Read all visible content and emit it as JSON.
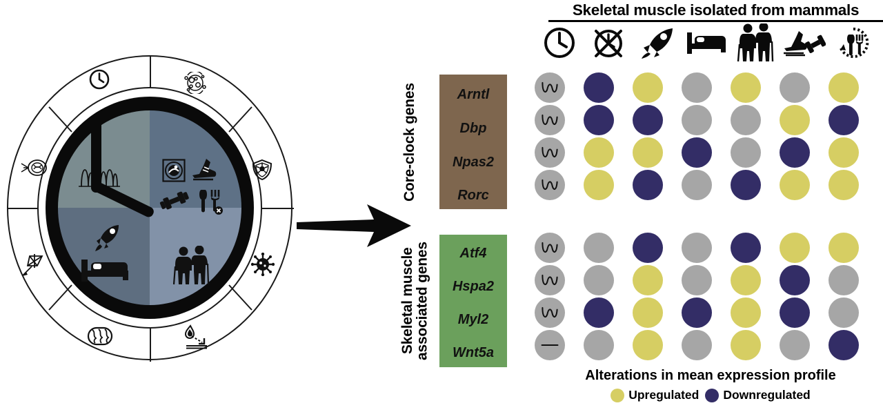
{
  "header": {
    "title": "Skeletal muscle isolated from mammals",
    "columns": [
      {
        "icon": "clock-icon",
        "name": "circadian-time"
      },
      {
        "icon": "clock-disruption-icon",
        "name": "circadian-disruption"
      },
      {
        "icon": "rocket-icon",
        "name": "spaceflight"
      },
      {
        "icon": "bed-icon",
        "name": "bed-rest"
      },
      {
        "icon": "elderly-couple-icon",
        "name": "aging"
      },
      {
        "icon": "shoe-dumbbell-icon",
        "name": "exercise"
      },
      {
        "icon": "time-restricted-feeding-icon",
        "name": "time-restricted-feeding"
      }
    ]
  },
  "groups": [
    {
      "title": "Core-clock genes",
      "color": "#7E664E",
      "genes": [
        "Arntl",
        "Dbp",
        "Npas2",
        "Rorc"
      ]
    },
    {
      "title": "Skeletal  muscle associated genes",
      "color": "#6BA05C",
      "genes": [
        "Atf4",
        "Hspa2",
        "Myl2",
        "Wnt5a"
      ]
    }
  ],
  "legend": {
    "title": "Alterations in mean expression profile",
    "items": [
      {
        "label": "Upregulated",
        "color": "#D6CE63"
      },
      {
        "label": "Downregulated",
        "color": "#332D66"
      }
    ]
  },
  "colors": {
    "up": "#D6CE63",
    "down": "#332D66",
    "neutral": "#A6A6A6",
    "brown": "#7E664E",
    "green": "#6BA05C",
    "black": "#0a0a0a"
  },
  "clock": {
    "quadrants": [
      {
        "name": "rhythm",
        "color": "#7B8C90",
        "position": "top-left"
      },
      {
        "name": "activity",
        "color": "#5E7186",
        "position": "top-right"
      },
      {
        "name": "rest",
        "color": "#5E6E80",
        "position": "bottom-left"
      },
      {
        "name": "aging",
        "color": "#8292A8",
        "position": "bottom-right"
      }
    ],
    "face_icons": [
      "oscillation-waveform-icon",
      "cell-sphere-icon",
      "running-shoe-icon",
      "dumbbell-icon",
      "no-food-icon",
      "rocket-icon",
      "bed-icon",
      "elderly-couple-icon"
    ],
    "ring_icons": [
      "clock-icon",
      "cell-cycle-icon",
      "shield-immunity-icon",
      "virus-icon",
      "inflammation-icon",
      "mitochondria-icon",
      "satellite-cell-icon",
      "dna-nucleus-icon"
    ]
  },
  "chart_data": {
    "type": "heatmap",
    "title": "Skeletal muscle isolated from mammals",
    "subtitle": "Alterations in mean expression profile",
    "xlabel": "",
    "ylabel": "",
    "grid": false,
    "legend_position": "bottom",
    "categories": [
      "circadian-time",
      "circadian-disruption",
      "spaceflight",
      "bed-rest",
      "aging",
      "exercise",
      "time-restricted-feeding"
    ],
    "row_groups": [
      {
        "group": "Core-clock genes",
        "rows": [
          "Arntl",
          "Dbp",
          "Npas2",
          "Rorc"
        ]
      },
      {
        "group": "Skeletal muscle associated genes",
        "rows": [
          "Atf4",
          "Hspa2",
          "Myl2",
          "Wnt5a"
        ]
      }
    ],
    "value_legend": {
      "rhythmic": "oscillating / rhythmic expression",
      "arrhythmic": "flat / non-rhythmic expression",
      "up": "Upregulated",
      "down": "Downregulated",
      "none": "no reported alteration"
    },
    "series": [
      {
        "name": "Arntl",
        "values": [
          "rhythmic",
          "down",
          "up",
          "none",
          "up",
          "none",
          "up"
        ]
      },
      {
        "name": "Dbp",
        "values": [
          "rhythmic",
          "down",
          "down",
          "none",
          "none",
          "up",
          "down"
        ]
      },
      {
        "name": "Npas2",
        "values": [
          "rhythmic",
          "up",
          "up",
          "down",
          "none",
          "down",
          "up"
        ]
      },
      {
        "name": "Rorc",
        "values": [
          "rhythmic",
          "up",
          "down",
          "none",
          "down",
          "up",
          "up"
        ]
      },
      {
        "name": "Atf4",
        "values": [
          "rhythmic",
          "none",
          "down",
          "none",
          "down",
          "up",
          "up"
        ]
      },
      {
        "name": "Hspa2",
        "values": [
          "rhythmic",
          "none",
          "up",
          "none",
          "up",
          "down",
          "none"
        ]
      },
      {
        "name": "Myl2",
        "values": [
          "rhythmic",
          "down",
          "up",
          "down",
          "up",
          "down",
          "none"
        ]
      },
      {
        "name": "Wnt5a",
        "values": [
          "arrhythmic",
          "none",
          "up",
          "none",
          "up",
          "none",
          "down"
        ]
      }
    ]
  }
}
